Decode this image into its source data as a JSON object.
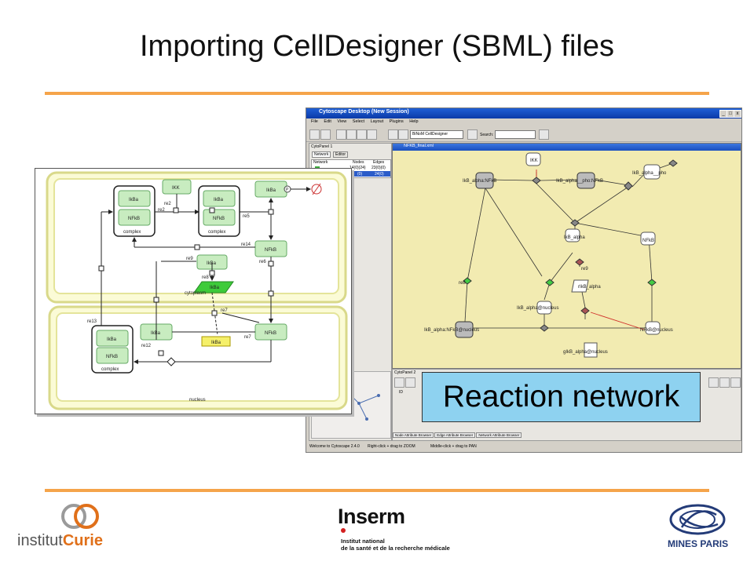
{
  "slide": {
    "title": "Importing CellDesigner (SBML) files",
    "accent_color": "#f5a44a"
  },
  "callout": {
    "text": "Reaction network",
    "background": "#8ed2f0"
  },
  "cytoscape": {
    "window_title": "Cytoscape Desktop (New Session)",
    "menu": [
      "File",
      "Edit",
      "View",
      "Select",
      "Layout",
      "Plugins",
      "Help"
    ],
    "layout_combo": "BiNoM CellDesigner",
    "search_label": "Search:",
    "panel1_title": "CytoPanel 1",
    "panel1_tabs": [
      "Network",
      "Editor"
    ],
    "network_table": {
      "headers": [
        "Network",
        "Nodes",
        "Edges"
      ],
      "rows": [
        {
          "name": "",
          "nodes": "14(0)(24)",
          "edges": "23(0)(0)"
        },
        {
          "name": "",
          "nodes": "(0)",
          "edges": "24(0)"
        }
      ]
    },
    "network_title": "NFKB_final.xml",
    "panel2_title": "CytoPanel 2",
    "panel2_col": "ID",
    "browser_tabs": [
      "Node Attribute Browser",
      "Edge Attribute Browser",
      "Network Attribute Browser"
    ],
    "status_left": "Welcome to Cytoscape 2.4.0",
    "status_mid": "Right-click + drag to ZOOM",
    "status_right": "Middle-click + drag to PAN",
    "nodes": {
      "ikk": "IKK",
      "ikba_nfkb": "IkB_alpha:NFkB",
      "ikba_pho_nfkb": "IkB_alpha__pho:NFkB",
      "ikba_pho": "IkB_alpha__pho",
      "ikba": "IkB_alpha",
      "nfkb": "NFkB",
      "re8": "re8",
      "rikb": "rIkB_alpha",
      "ikba_nuc": "IkB_alpha@nucleus",
      "ikba_nfkb_nuc": "IkB_alpha:NFkB@nucleus",
      "nfkb_nuc": "NFkB@nucleus",
      "gikb": "gIkB_alpha@nucleus",
      "re9": "re9"
    }
  },
  "diagram": {
    "ikba": "IkBa",
    "nfkb": "NFkB",
    "ikk": "IKK",
    "complex": "complex",
    "cytoplasm": "cytoplasm",
    "nucleus": "nucleus",
    "p": "P",
    "re": {
      "re2a": "re2",
      "re2b": "re2",
      "re5": "re5",
      "re14": "re14",
      "re6": "re6",
      "re9": "re9",
      "re8": "re8",
      "re7a": "re7",
      "re7b": "re7",
      "re13": "re13",
      "re12": "re12"
    }
  },
  "logos": {
    "curie_prefix": "institut",
    "curie_name": "Curie",
    "inserm_name": "Inserm",
    "inserm_line1": "Institut national",
    "inserm_line2": "de la santé et de la recherche médicale",
    "mines": "MINES PARIS"
  }
}
